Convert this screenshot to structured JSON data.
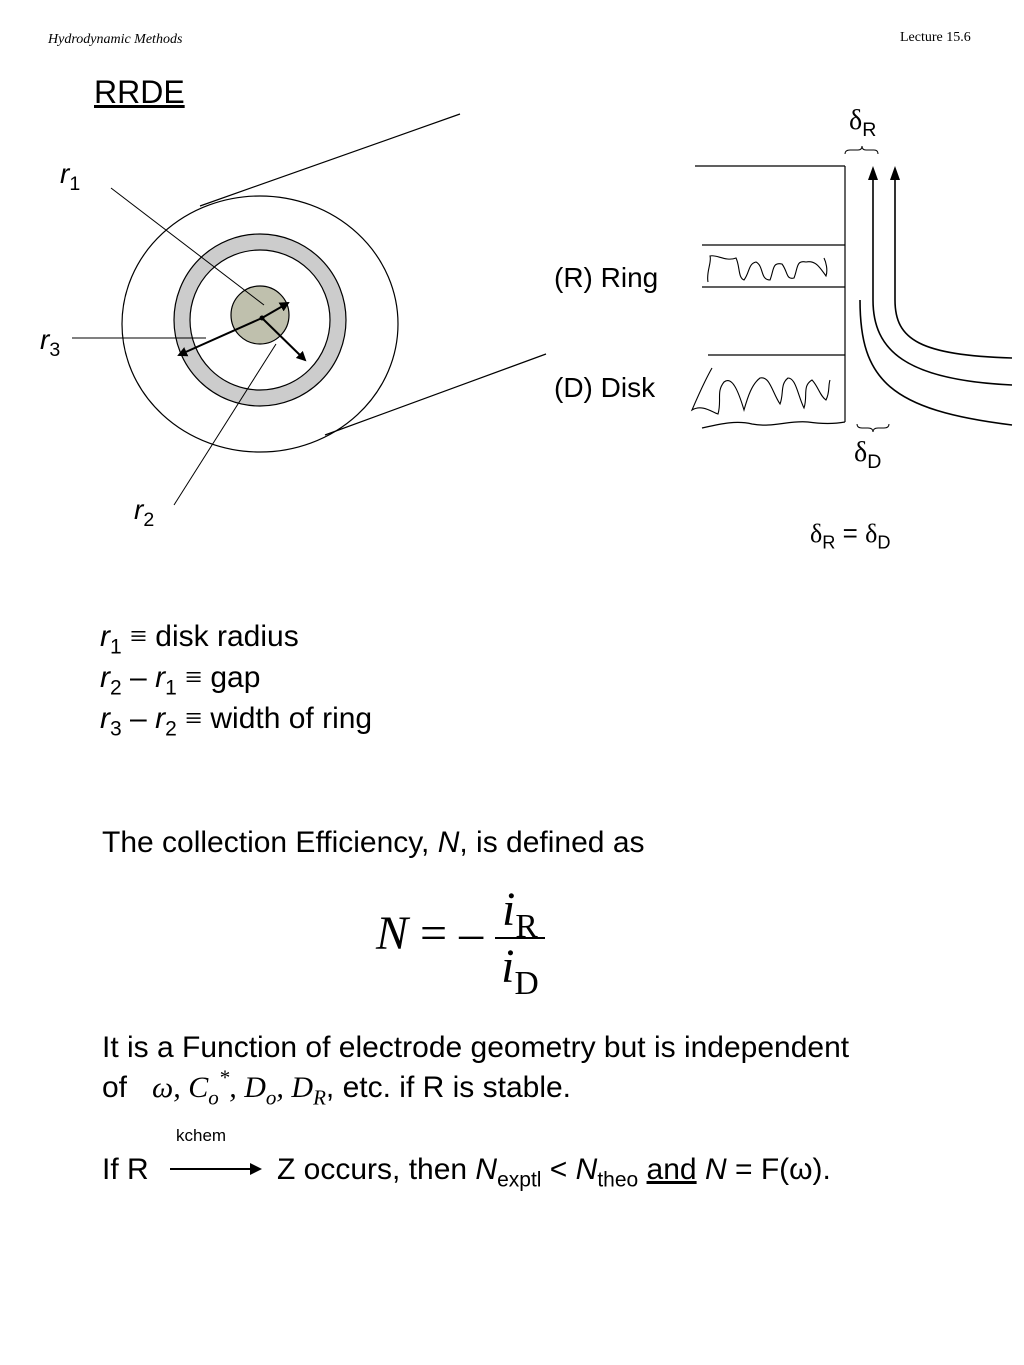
{
  "header": {
    "left": "Hydrodynamic Methods",
    "right": "Lecture 15.6"
  },
  "title": "RRDE",
  "diagram": {
    "labels": {
      "r1": {
        "sym": "r",
        "sub": "1"
      },
      "r2": {
        "sym": "r",
        "sub": "2"
      },
      "r3": {
        "sym": "r",
        "sub": "3"
      },
      "ring": "(R) Ring",
      "disk": "(D) Disk",
      "delta_r": {
        "sym": "δ",
        "sub": "R"
      },
      "delta_d": {
        "sym": "δ",
        "sub": "D"
      },
      "equality": {
        "left_sub": "R",
        "eq": "=",
        "right_sub": "D"
      }
    }
  },
  "definitions": [
    {
      "lhs_sym": "r",
      "lhs_sub": "1",
      "op": "",
      "rhs_sym": "",
      "rhs_sub": "",
      "text": "disk radius"
    },
    {
      "lhs_sym": "r",
      "lhs_sub": "2",
      "op": "–",
      "rhs_sym": "r",
      "rhs_sub": "1",
      "text": "gap"
    },
    {
      "lhs_sym": "r",
      "lhs_sub": "3",
      "op": "–",
      "rhs_sym": "r",
      "rhs_sub": "2",
      "text": "width of ring"
    }
  ],
  "collection": {
    "intro_before": "The collection Efficiency, ",
    "intro_var": "N",
    "intro_after": ", is defined as",
    "formula": {
      "lhs": "N",
      "eq": "= –",
      "num": "i",
      "num_sub": "R",
      "den": "i",
      "den_sub": "D"
    },
    "para_line1": "It is a Function of electrode geometry but is independent",
    "para_of": "of",
    "para_symbols": "ω, C",
    "para_after": ", etc. if R is stable.",
    "kchem": "kchem",
    "if_r": "If R",
    "z_occurs": "Z occurs, then ",
    "n_expt_sub": "exptl",
    "lt": " < ",
    "n_theo_sub": "theo",
    "and": "and",
    "tail": " = F(ω)."
  }
}
